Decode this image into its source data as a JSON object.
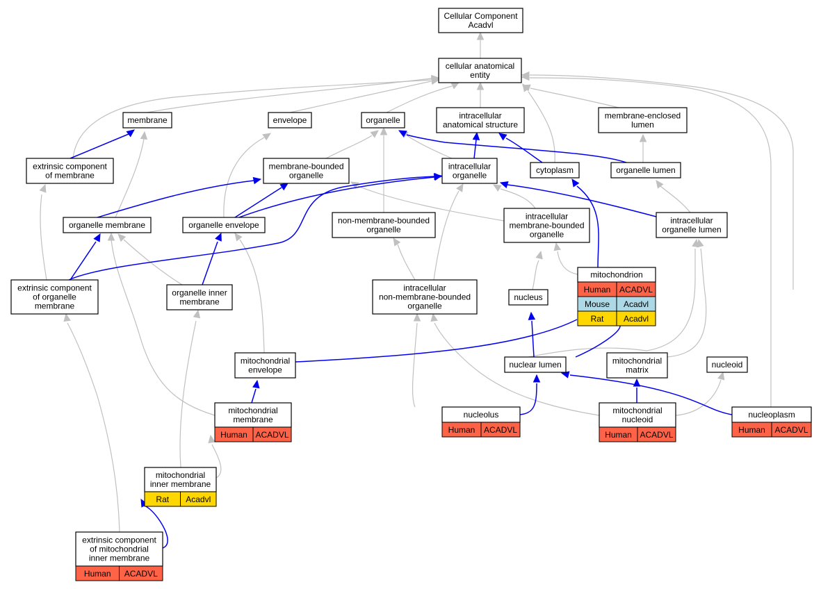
{
  "colors": {
    "is_a": "#c0c0c0",
    "part_of": "#0000ee",
    "human": "#ff6347",
    "mouse": "#add8e6",
    "rat": "#ffd700"
  },
  "nodes": {
    "root": {
      "lines": [
        "Cellular Component",
        "Acadvl"
      ]
    },
    "cae": {
      "lines": [
        "cellular anatomical",
        "entity"
      ]
    },
    "membrane": {
      "lines": [
        "membrane"
      ]
    },
    "envelope": {
      "lines": [
        "envelope"
      ]
    },
    "organelle": {
      "lines": [
        "organelle"
      ]
    },
    "ias": {
      "lines": [
        "intracellular",
        "anatomical structure"
      ]
    },
    "mel": {
      "lines": [
        "membrane-enclosed",
        "lumen"
      ]
    },
    "ecm": {
      "lines": [
        "extrinsic component",
        "of membrane"
      ]
    },
    "mbo": {
      "lines": [
        "membrane-bounded",
        "organelle"
      ]
    },
    "io": {
      "lines": [
        "intracellular",
        "organelle"
      ]
    },
    "cytoplasm": {
      "lines": [
        "cytoplasm"
      ]
    },
    "ol": {
      "lines": [
        "organelle lumen"
      ]
    },
    "om": {
      "lines": [
        "organelle membrane"
      ]
    },
    "oe": {
      "lines": [
        "organelle envelope"
      ]
    },
    "nmbo": {
      "lines": [
        "non-membrane-bounded",
        "organelle"
      ]
    },
    "imbo": {
      "lines": [
        "intracellular",
        "membrane-bounded",
        "organelle"
      ]
    },
    "iol": {
      "lines": [
        "intracellular",
        "organelle lumen"
      ]
    },
    "ecom": {
      "lines": [
        "extrinsic component",
        "of organelle",
        "membrane"
      ]
    },
    "oim": {
      "lines": [
        "organelle inner",
        "membrane"
      ]
    },
    "inmbo": {
      "lines": [
        "intracellular",
        "non-membrane-bounded",
        "organelle"
      ]
    },
    "nucleus": {
      "lines": [
        "nucleus"
      ]
    },
    "mito": {
      "lines": [
        "mitochondrion"
      ],
      "species": [
        [
          "Human",
          "ACADVL"
        ],
        [
          "Mouse",
          "Acadvl"
        ],
        [
          "Rat",
          "Acadvl"
        ]
      ]
    },
    "menv": {
      "lines": [
        "mitochondrial",
        "envelope"
      ]
    },
    "nl": {
      "lines": [
        "nuclear lumen"
      ]
    },
    "mm": {
      "lines": [
        "mitochondrial",
        "matrix"
      ]
    },
    "nucleoid": {
      "lines": [
        "nucleoid"
      ]
    },
    "mmem": {
      "lines": [
        "mitochondrial",
        "membrane"
      ],
      "species": [
        [
          "Human",
          "ACADVL"
        ]
      ]
    },
    "nucleolus": {
      "lines": [
        "nucleolus"
      ],
      "species": [
        [
          "Human",
          "ACADVL"
        ]
      ]
    },
    "mn": {
      "lines": [
        "mitochondrial",
        "nucleoid"
      ],
      "species": [
        [
          "Human",
          "ACADVL"
        ]
      ]
    },
    "np": {
      "lines": [
        "nucleoplasm"
      ],
      "species": [
        [
          "Human",
          "ACADVL"
        ]
      ]
    },
    "mim": {
      "lines": [
        "mitochondrial",
        "inner membrane"
      ],
      "species": [
        [
          "Rat",
          "Acadvl"
        ]
      ]
    },
    "ecmim": {
      "lines": [
        "extrinsic component",
        "of mitochondrial",
        "inner membrane"
      ],
      "species": [
        [
          "Human",
          "ACADVL"
        ]
      ]
    }
  }
}
